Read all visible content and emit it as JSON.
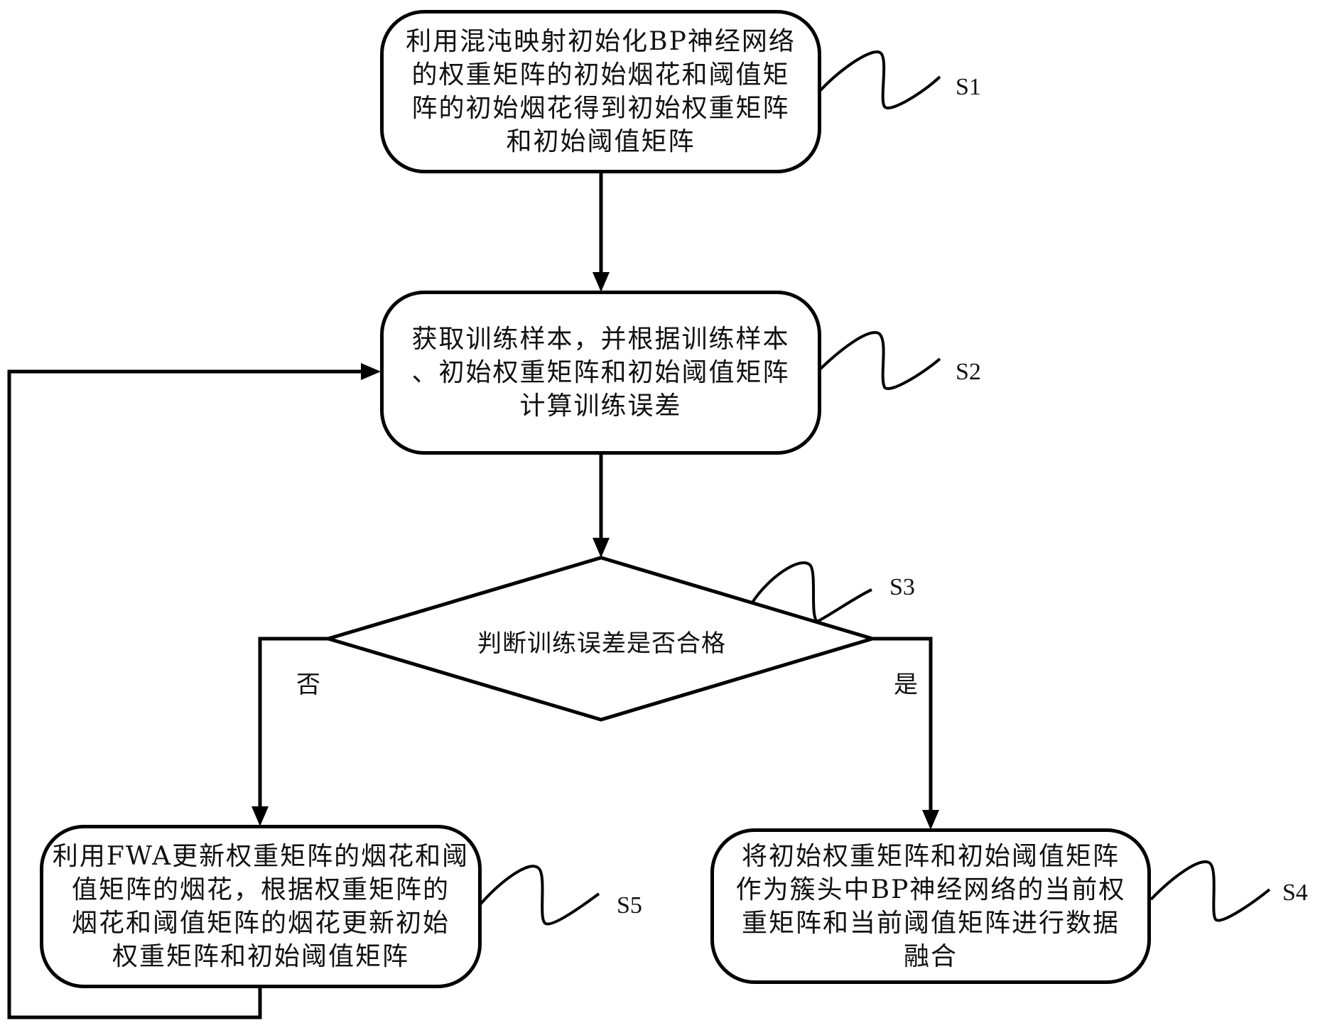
{
  "steps": {
    "s1": {
      "id": "S1",
      "text": "利用混沌映射初始化BP神经网络\n的权重矩阵的初始烟花和阈值矩\n阵的初始烟花得到初始权重矩阵\n和初始阈值矩阵"
    },
    "s2": {
      "id": "S2",
      "text": "获取训练样本，并根据训练样本\n、初始权重矩阵和初始阈值矩阵\n计算训练误差"
    },
    "s3": {
      "id": "S3",
      "text": "判断训练误差是否合格"
    },
    "s4": {
      "id": "S4",
      "text": "将初始权重矩阵和初始阈值矩阵\n作为簇头中BP神经网络的当前权\n重矩阵和当前阈值矩阵进行数据\n融合"
    },
    "s5": {
      "id": "S5",
      "text": "利用FWA更新权重矩阵的烟花和阈\n值矩阵的烟花，根据权重矩阵的\n烟花和阈值矩阵的烟花更新初始\n权重矩阵和初始阈值矩阵"
    }
  },
  "branches": {
    "no": "否",
    "yes": "是"
  },
  "colors": {
    "stroke": "#000000",
    "background": "#ffffff"
  }
}
